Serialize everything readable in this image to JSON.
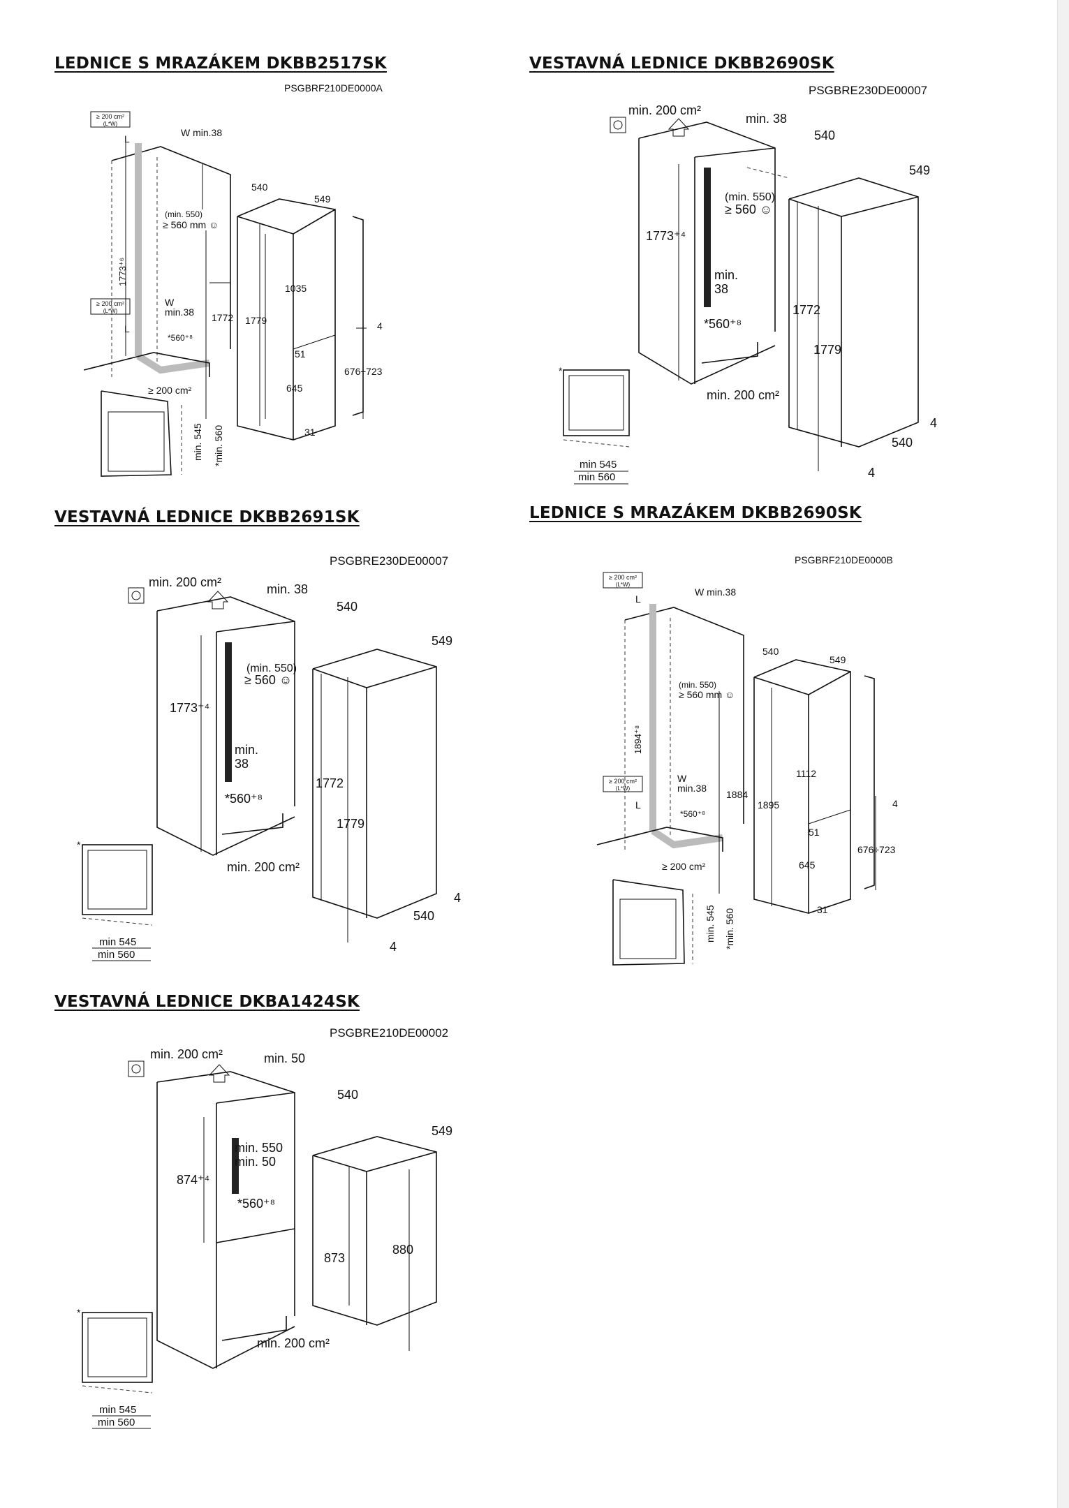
{
  "sections": [
    {
      "title": "LEDNICE S MRAZÁKEM DKBB2517SK",
      "code": "PSGBRF210DE0000A",
      "labels": {
        "vent_top": "≥ 200 cm²",
        "vent_top_sub": "(L*W)",
        "w_top": "W min.38",
        "L_top": "L",
        "w540": "540",
        "d549": "549",
        "gap": "(min. 550)",
        "gap2": "≥ 560 mm ☺",
        "h1773": "1773⁺⁶",
        "vent_mid": "≥ 200 cm²",
        "vent_mid_sub": "(L*W)",
        "w_mid": "W",
        "w_mid2": "min.38",
        "L_mid": "L",
        "n560": "*560⁺⁸",
        "n1772": "1772",
        "n1779": "1779",
        "n1035": "1035",
        "n51": "51",
        "n645": "645",
        "n4": "4",
        "n676": "676÷723",
        "n31": "31",
        "vent_bottom": "≥ 200 cm²",
        "min545": "min. 545",
        "min560": "*min. 560"
      }
    },
    {
      "title": "VESTAVNÁ LEDNICE DKBB2690SK",
      "code": "PSGBRE230DE00007",
      "labels": {
        "vent_top": "min. 200 cm²",
        "min38": "min. 38",
        "w540": "540",
        "d549": "549",
        "gap": "(min. 550)",
        "gap2": "≥ 560 ☺",
        "h1773": "1773⁺⁴",
        "min38b": "min.",
        "min38c": "38",
        "n560": "*560⁺⁸",
        "n1772": "1772",
        "n1779": "1779",
        "vent_bottom": "min. 200 cm²",
        "n540b": "540",
        "n4a": "4",
        "n4b": "4",
        "star": "*",
        "min545": "min 545",
        "min560": "min 560"
      }
    },
    {
      "title": "VESTAVNÁ LEDNICE DKBB2691SK",
      "code": "PSGBRE230DE00007",
      "labels": {
        "vent_top": "min. 200 cm²",
        "min38": "min. 38",
        "w540": "540",
        "d549": "549",
        "gap": "(min. 550)",
        "gap2": "≥ 560 ☺",
        "h1773": "1773⁺⁴",
        "min38b": "min.",
        "min38c": "38",
        "n560": "*560⁺⁸",
        "n1772": "1772",
        "n1779": "1779",
        "vent_bottom": "min. 200 cm²",
        "n540b": "540",
        "n4a": "4",
        "n4b": "4",
        "star": "*",
        "min545": "min 545",
        "min560": "min 560"
      }
    },
    {
      "title": "LEDNICE S MRAZÁKEM DKBB2690SK",
      "code": "PSGBRF210DE0000B",
      "labels": {
        "vent_top": "≥ 200 cm²",
        "vent_top_sub": "(L*W)",
        "w_top": "W min.38",
        "L_top": "L",
        "w540": "540",
        "d549": "549",
        "gap": "(min. 550)",
        "gap2": "≥ 560 mm ☺",
        "h1894": "1894⁺⁸",
        "vent_mid": "≥ 200 cm²",
        "vent_mid_sub": "(L*W)",
        "w_mid": "W",
        "w_mid2": "min.38",
        "L_mid": "L",
        "n560": "*560⁺⁸",
        "n1884": "1884",
        "n1895": "1895",
        "n1112": "1112",
        "n51": "51",
        "n645": "645",
        "n4": "4",
        "n676": "676÷723",
        "n31": "31",
        "vent_bottom": "≥ 200 cm²",
        "min545": "min. 545",
        "min560": "*min. 560"
      }
    },
    {
      "title": "VESTAVNÁ LEDNICE DKBA1424SK",
      "code": "PSGBRE210DE00002",
      "labels": {
        "vent_top": "min. 200 cm²",
        "min50": "min. 50",
        "w540": "540",
        "d549": "549",
        "gap": "min. 550",
        "gap2": "min. 50",
        "h874": "874⁺⁴",
        "n560": "*560⁺⁸",
        "n873": "873",
        "n880": "880",
        "vent_bottom": "min. 200 cm²",
        "star": "*",
        "min545": "min 545",
        "min560": "min 560"
      }
    }
  ]
}
